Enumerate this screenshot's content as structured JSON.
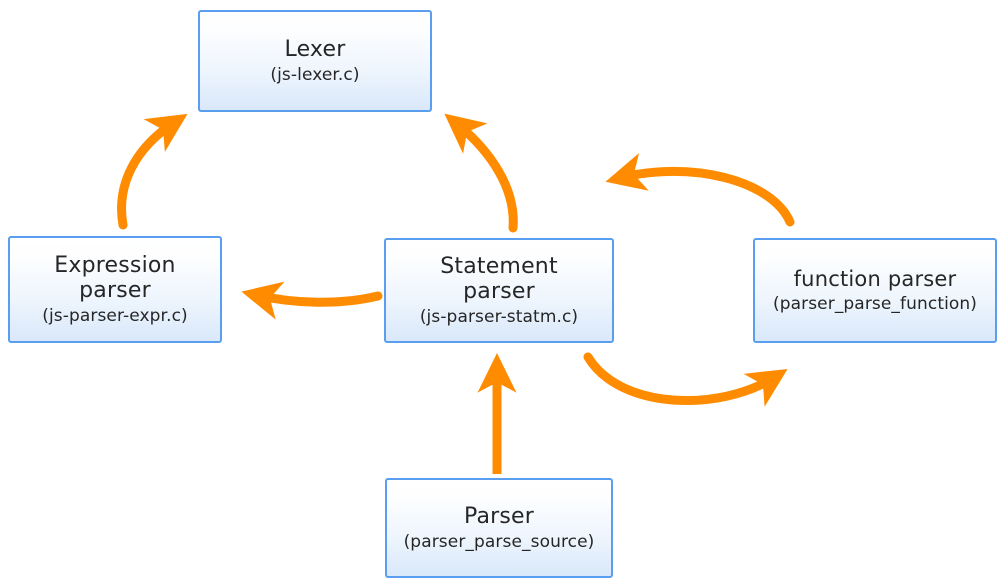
{
  "diagram": {
    "title": "JavaScript parser module relationship diagram",
    "colors": {
      "arrow": "#FF8C00",
      "box_border": "#5a9ef0",
      "box_fill_top": "#ffffff",
      "box_fill_bottom": "#d9e8fa",
      "text": "#262626",
      "background": "#ffffff"
    },
    "nodes": [
      {
        "id": "lexer",
        "title": "Lexer",
        "sub": "(js-lexer.c)"
      },
      {
        "id": "expression-parser",
        "title": "Expression\nparser",
        "sub": "(js-parser-expr.c)"
      },
      {
        "id": "statement-parser",
        "title": "Statement\nparser",
        "sub": "(js-parser-statm.c)"
      },
      {
        "id": "function-parser",
        "title": "function parser",
        "sub": "(parser_parse_function)"
      },
      {
        "id": "parser",
        "title": "Parser",
        "sub": "(parser_parse_source)"
      }
    ],
    "edges": [
      {
        "id": "expr-to-lexer",
        "from": "expression-parser",
        "to": "lexer",
        "style": "curved"
      },
      {
        "id": "statm-to-lexer",
        "from": "statement-parser",
        "to": "lexer",
        "style": "curved"
      },
      {
        "id": "statm-to-expr",
        "from": "statement-parser",
        "to": "expression-parser",
        "style": "curved"
      },
      {
        "id": "func-to-statm",
        "from": "function-parser",
        "to": "statement-parser",
        "style": "arc-over"
      },
      {
        "id": "statm-to-func",
        "from": "statement-parser",
        "to": "function-parser",
        "style": "arc-under"
      },
      {
        "id": "parser-to-statm",
        "from": "parser",
        "to": "statement-parser",
        "style": "straight"
      }
    ]
  }
}
